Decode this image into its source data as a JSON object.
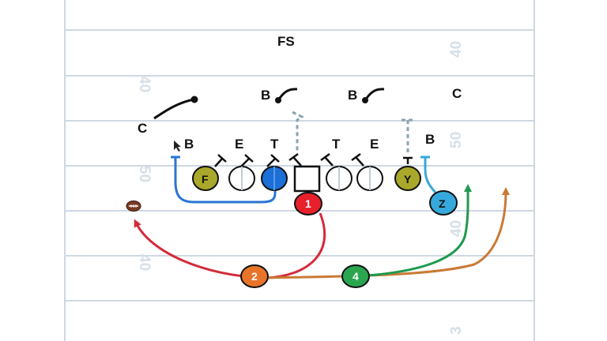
{
  "field": {
    "yard_numbers_left": [
      "40",
      "50",
      "40"
    ],
    "yard_numbers_right": [
      "40",
      "50",
      "40",
      "3"
    ],
    "colors": {
      "background": "#ffffff",
      "yard_line": "#cfd8e2",
      "yard_text": "#d6dfe8"
    }
  },
  "defense": {
    "free_safety": "FS",
    "corner_left": "C",
    "corner_right": "C",
    "blitzer_left": "B",
    "blitzer_right": "B",
    "front": {
      "left": [
        "B",
        "E",
        "T"
      ],
      "right": [
        "T",
        "E",
        "B"
      ]
    }
  },
  "offense": {
    "f_label": "F",
    "y_label": "Y",
    "z_label": "Z",
    "read_order": [
      "1",
      "2",
      "4"
    ],
    "colors": {
      "f": "#a9a82a",
      "y": "#a9a82a",
      "z": "#36a9dc",
      "te_left": "#1b6fd6",
      "read1": "#e8202b",
      "read2": "#e8742a",
      "read4": "#2aa64f",
      "red_route": "#d42a3a",
      "orange_route": "#c97a35",
      "green_route": "#1f9a4e",
      "blue_route": "#2a74d6",
      "cyan_route": "#3aa8d8"
    }
  }
}
